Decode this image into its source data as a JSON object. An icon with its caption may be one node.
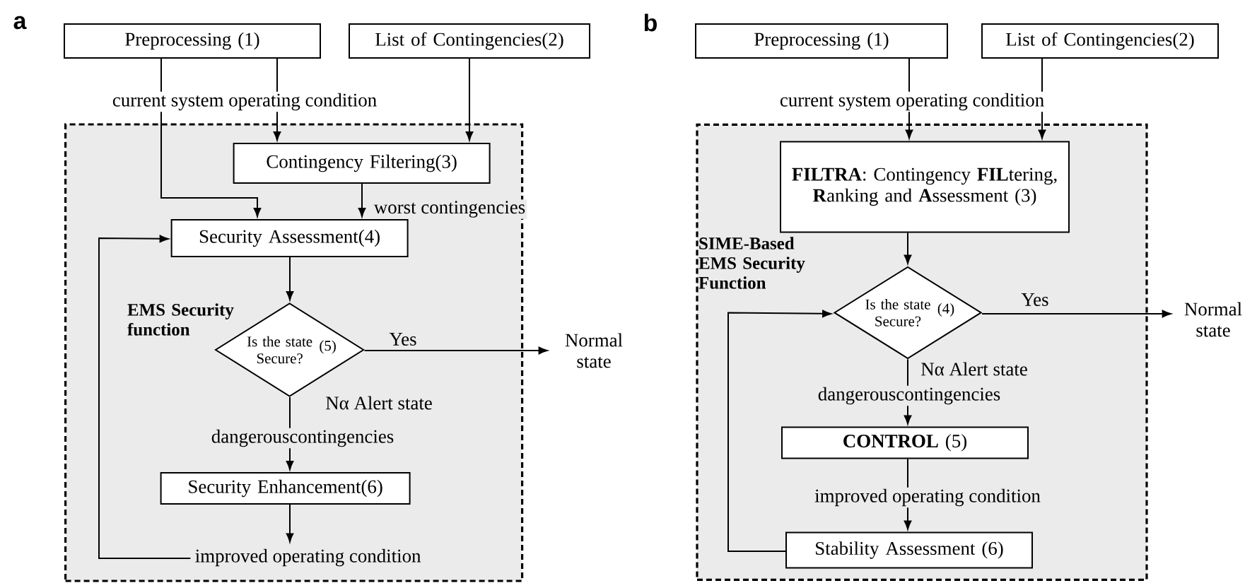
{
  "diagram": {
    "nodes": [
      {
        "text": [
          "EMS Security function"
        ]
      },
      {
        "text": [
          "Preprocessing (1)"
        ]
      },
      {
        "text": [
          "List of Contingencies(2)"
        ]
      },
      {
        "text": [
          "Contingency Filtering(3)"
        ],
        "in": 0
      },
      {
        "text": [
          "Security Assessment(4)"
        ],
        "in": 0
      },
      {
        "text": [
          "Is the state Secure?",
          "(5)"
        ],
        "in": 0
      },
      {
        "text": [
          "Security Enhancement(6)"
        ],
        "in": 0
      },
      {
        "text": [
          "Normal state"
        ]
      },
      {
        "text": [
          "improved operating condition"
        ],
        "in": 0
      },
      {
        "text": [
          "SIME-Based EMS Security Function"
        ]
      },
      {
        "text": [
          "Preprocessing (1)"
        ]
      },
      {
        "text": [
          "List of Contingencies(2)"
        ]
      },
      {
        "text": [
          "**FILTRA**: Contingency **FIL**tering, **R**anking and **A**ssessment (3)"
        ],
        "in": 9
      },
      {
        "text": [
          "Is the state Secure?",
          "(4)"
        ],
        "in": 9
      },
      {
        "text": [
          "**CONTROL** (5)"
        ],
        "in": 9
      },
      {
        "text": [
          "Stability Assessment (6)"
        ],
        "in": 9
      },
      {
        "text": [
          "Normal state"
        ]
      }
    ],
    "edges": [
      {
        "from": 1,
        "to": 3,
        "arrow": "to",
        "label": "current system operating condition"
      },
      {
        "from": 1,
        "to": 4,
        "arrow": "to"
      },
      {
        "from": 2,
        "to": 3,
        "arrow": "to"
      },
      {
        "from": 3,
        "to": 4,
        "arrow": "to",
        "label": "worst contingencies"
      },
      {
        "from": 4,
        "to": 5,
        "arrow": "to"
      },
      {
        "from": 5,
        "to": 7,
        "arrow": "to",
        "label": "Yes"
      },
      {
        "from": 5,
        "to": 6,
        "arrow": "to",
        "label": "dangerouscontingencies"
      },
      {
        "from": 6,
        "to": 8,
        "arrow": "to"
      },
      {
        "from": 8,
        "to": 4,
        "arrow": "to"
      },
      {
        "from": 10,
        "to": 12,
        "arrow": "to",
        "label": "current system operating condition"
      },
      {
        "from": 11,
        "to": 12,
        "arrow": "to"
      },
      {
        "from": 12,
        "to": 13,
        "arrow": "to"
      },
      {
        "from": 13,
        "to": 16,
        "arrow": "to",
        "label": "Yes"
      },
      {
        "from": 13,
        "to": 14,
        "arrow": "to",
        "label": "dangerouscontingencies"
      },
      {
        "from": 14,
        "to": 15,
        "arrow": "to",
        "label": "improved operating condition"
      },
      {
        "from": 15,
        "to": 13,
        "arrow": "to"
      }
    ],
    "labels": [
      "a",
      "Nα Alert state",
      "b",
      "Nα Alert state"
    ]
  }
}
